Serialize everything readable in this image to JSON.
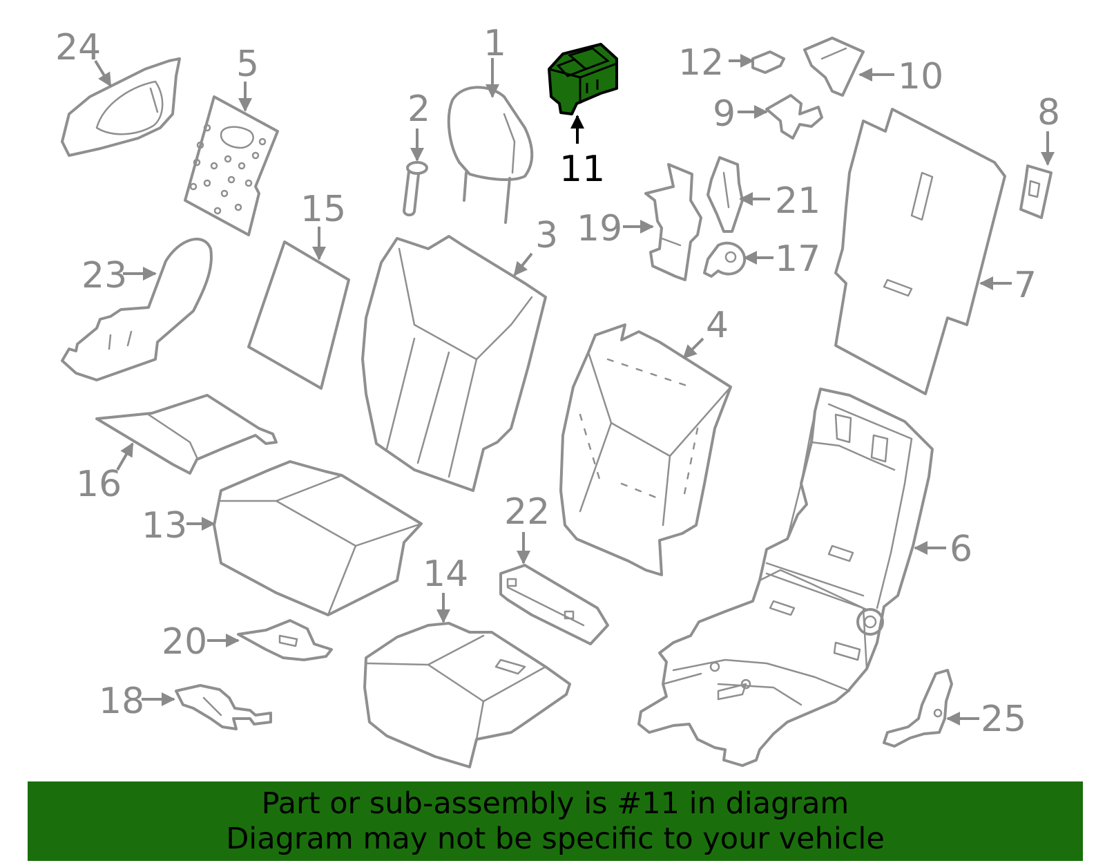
{
  "diagram": {
    "highlighted_part": "11",
    "highlight_color": "#1a6f0c",
    "callouts": [
      "1",
      "2",
      "3",
      "4",
      "5",
      "6",
      "7",
      "8",
      "9",
      "10",
      "11",
      "12",
      "13",
      "14",
      "15",
      "16",
      "17",
      "18",
      "19",
      "20",
      "21",
      "22",
      "23",
      "24",
      "25"
    ]
  },
  "banner": {
    "line1": "Part or sub-assembly is #11 in diagram",
    "line2": "Diagram may not be specific to your vehicle",
    "background": "#1a6f0c"
  }
}
